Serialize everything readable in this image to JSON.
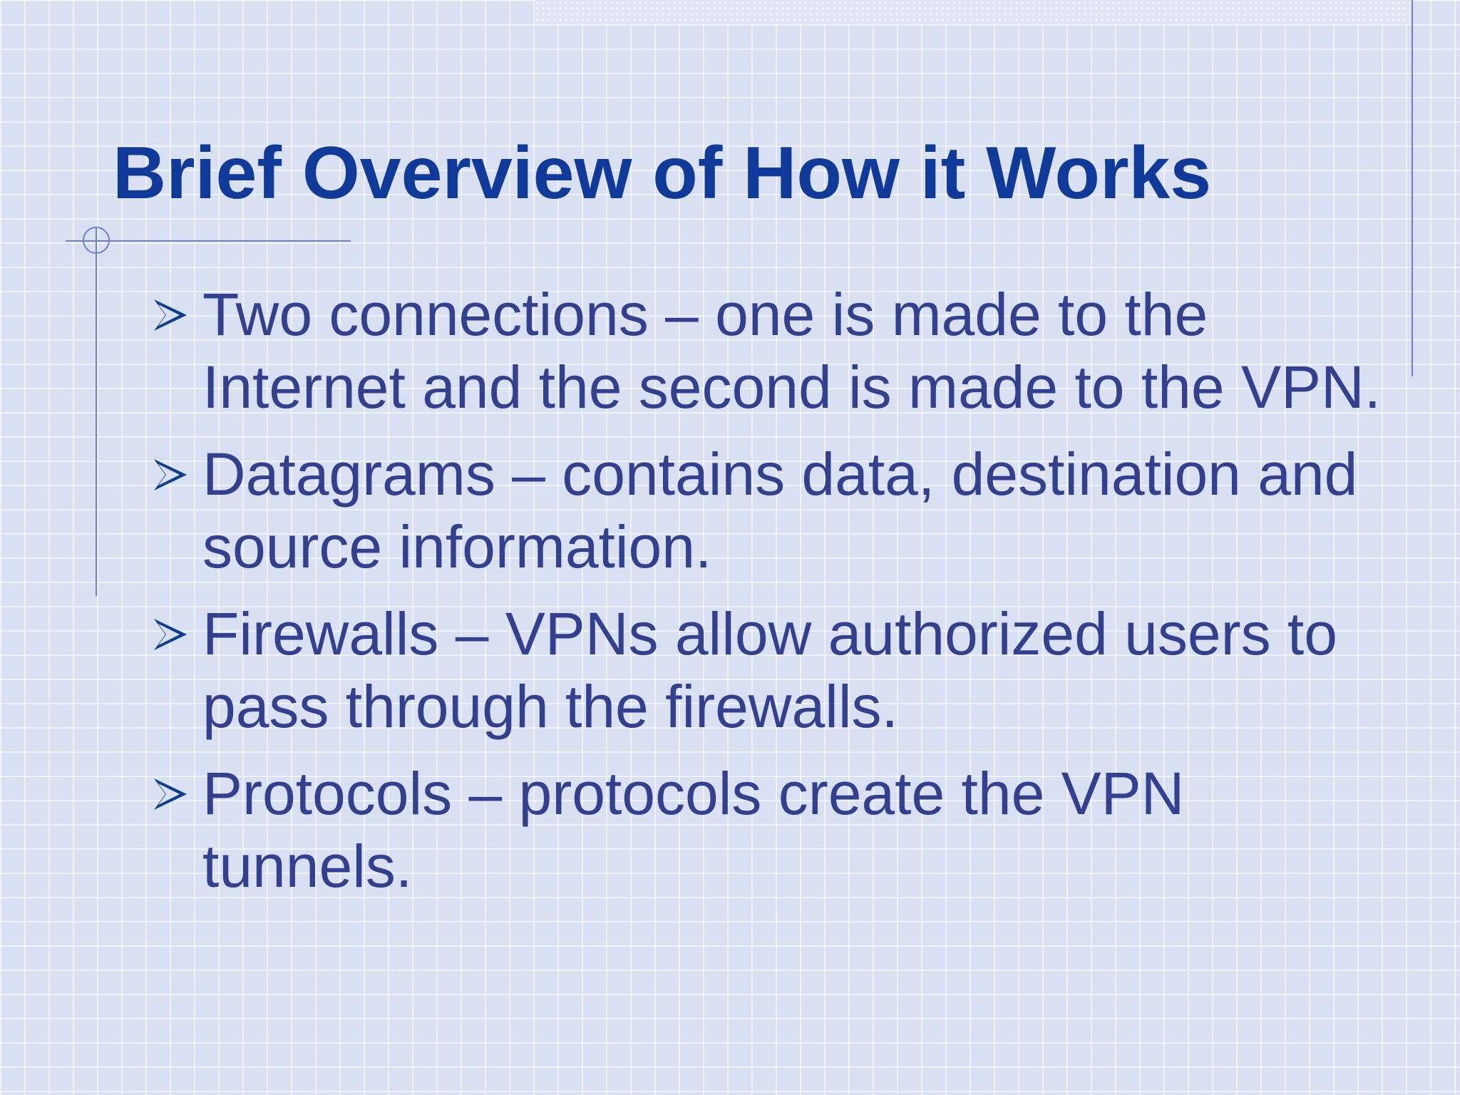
{
  "slide": {
    "title": "Brief Overview of How it Works",
    "bullets": [
      "Two connections – one is made to the Internet and the second is made to the VPN.",
      "Datagrams – contains data, destination and source information.",
      "Firewalls – VPNs allow authorized users to pass through the firewalls.",
      "Protocols – protocols create the VPN tunnels."
    ]
  },
  "icons": {
    "bullet": "arrow-bullet-icon"
  },
  "colors": {
    "background": "#d9e0f2",
    "title": "#103a99",
    "body_text": "#333f8f",
    "accent_line": "#6f82c9"
  }
}
